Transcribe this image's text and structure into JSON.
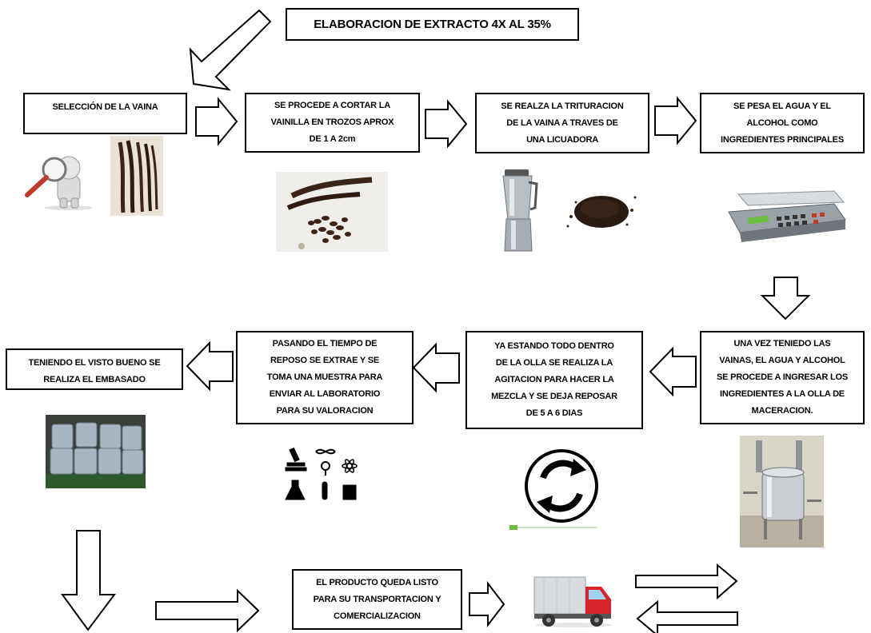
{
  "title": "ELABORACION DE EXTRACTO 4X AL 35%",
  "steps": [
    {
      "text": "SELECCIÓN DE LA VAINA"
    },
    {
      "text": "SE PROCEDE A CORTAR LA\nVAINILLA EN TROZOS APROX\nDE 1 A 2cm"
    },
    {
      "text": "SE REALZA LA TRITURACION\nDE LA VAINA A TRAVES DE\nUNA LICUADORA"
    },
    {
      "text": "SE PESA EL AGUA Y EL\nALCOHOL COMO\nINGREDIENTES PRINCIPALES"
    },
    {
      "text": "UNA VEZ TENIEDO LAS\nVAINAS, EL AGUA Y ALCOHOL\nSE PROCEDE A INGRESAR LOS\nINGREDIENTES A LA OLLA DE\nMACERACION."
    },
    {
      "text": "YA ESTANDO TODO DENTRO\nDE LA OLLA SE REALIZA LA\nAGITACION PARA HACER LA\nMEZCLA Y SE DEJA REPOSAR\nDE 5 A 6 DIAS"
    },
    {
      "text": "PASANDO EL TIEMPO DE\nREPOSO SE EXTRAE Y SE\nTOMA UNA MUESTRA PARA\nENVIAR AL LABORATORIO\nPARA SU VALORACION"
    },
    {
      "text": "TENIENDO EL VISTO BUENO SE\nREALIZA EL EMBASADO"
    },
    {
      "text": "EL PRODUCTO QUEDA LISTO\nPARA SU TRANSPORTACION Y\nCOMERCIALIZACION"
    }
  ],
  "images": [
    {
      "icon": "magnifier-person-icon"
    },
    {
      "icon": "vanilla-pods-photo"
    },
    {
      "icon": "cut-vanilla-photo"
    },
    {
      "icon": "blender-icon"
    },
    {
      "icon": "ground-vanilla-photo"
    },
    {
      "icon": "scale-icon"
    },
    {
      "icon": "maceration-tank-photo"
    },
    {
      "icon": "rotation-cycle-icon"
    },
    {
      "icon": "laboratory-icons"
    },
    {
      "icon": "containers-photo"
    },
    {
      "icon": "delivery-truck-icon"
    }
  ],
  "colors": {
    "border": "#000000",
    "arrow_fill": "#ffffff",
    "truck_red": "#d8232a"
  }
}
